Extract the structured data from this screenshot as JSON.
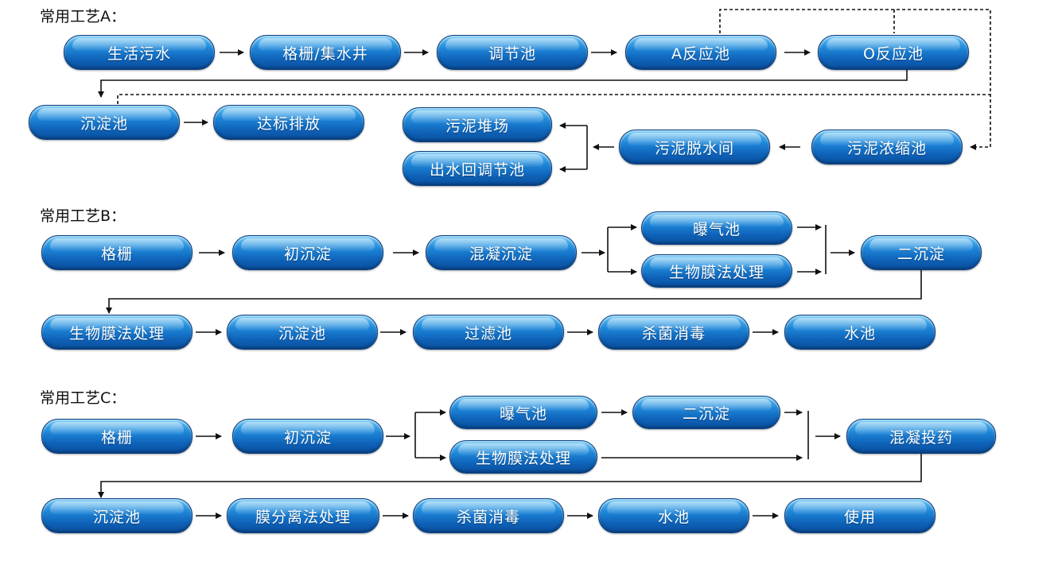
{
  "sections": {
    "A": {
      "title": "常用工艺A："
    },
    "B": {
      "title": "常用工艺B："
    },
    "C": {
      "title": "常用工艺C："
    }
  },
  "nodes": {
    "a_domestic_sewage": "生活污水",
    "a_screen_well": "格栅/集水井",
    "a_equalization": "调节池",
    "a_anoxic_tank": "A反应池",
    "a_oxic_tank": "O反应池",
    "a_sedimentation": "沉淀池",
    "a_discharge": "达标排放",
    "a_sludge_yard": "污泥堆场",
    "a_return_water": "出水回调节池",
    "a_dewatering": "污泥脱水间",
    "a_thickener": "污泥浓缩池",
    "b_screen": "格栅",
    "b_primary": "初沉淀",
    "b_coagulation": "混凝沉淀",
    "b_aeration": "曝气池",
    "b_biofilm_top": "生物膜法处理",
    "b_secondary": "二沉淀",
    "b_biofilm": "生物膜法处理",
    "b_sedimentation": "沉淀池",
    "b_filter": "过滤池",
    "b_disinfect": "杀菌消毒",
    "b_water_tank": "水池",
    "c_screen": "格栅",
    "c_primary": "初沉淀",
    "c_aeration": "曝气池",
    "c_secondary": "二沉淀",
    "c_biofilm": "生物膜法处理",
    "c_coag_dosing": "混凝投药",
    "c_sedimentation": "沉淀池",
    "c_membrane": "膜分离法处理",
    "c_disinfect": "杀菌消毒",
    "c_water_tank": "水池",
    "c_use": "使用"
  },
  "colors": {
    "node_top": "#5fc2f5",
    "node_mid": "#1e86d8",
    "node_bottom": "#0a4f9e",
    "line": "#111111"
  }
}
